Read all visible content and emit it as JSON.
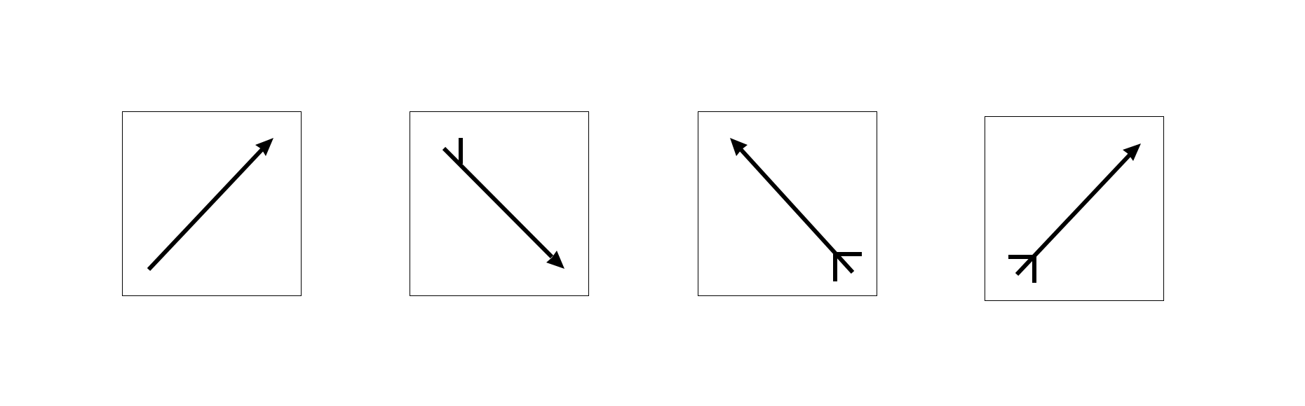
{
  "colors": {
    "background": "#ffffff",
    "stroke": "#000000"
  },
  "panels": [
    {
      "name": "panel-1",
      "arrow": {
        "direction": "up-right",
        "head_end": "arrow",
        "tail_end": "plain"
      }
    },
    {
      "name": "panel-2",
      "arrow": {
        "direction": "down-right",
        "head_end": "arrow",
        "tail_end": "one-tick"
      }
    },
    {
      "name": "panel-3",
      "arrow": {
        "direction": "up-left",
        "head_end": "arrow",
        "tail_end": "two-ticks"
      }
    },
    {
      "name": "panel-4",
      "arrow": {
        "direction": "up-right",
        "head_end": "arrow",
        "tail_end": "two-ticks"
      }
    }
  ]
}
